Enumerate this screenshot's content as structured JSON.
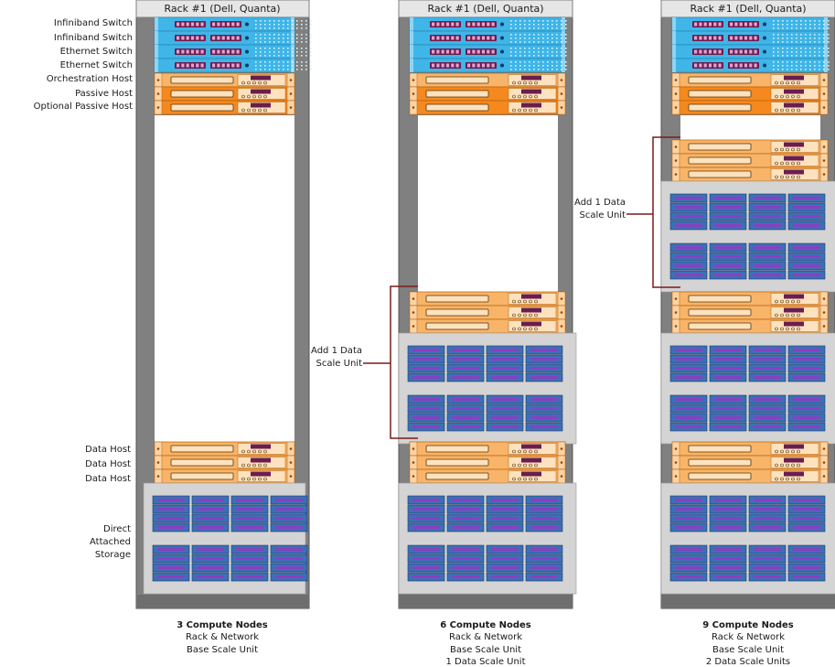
{
  "racks": [
    {
      "title": "Rack #1 (Dell, Quanta)",
      "caption": [
        "3 Compute Nodes",
        "Rack & Network",
        "Base Scale Unit"
      ]
    },
    {
      "title": "Rack #1 (Dell, Quanta)",
      "caption": [
        "6 Compute Nodes",
        "Rack & Network",
        "Base Scale Unit",
        "1 Data Scale Unit"
      ],
      "scale_labels": [
        [
          "Add 1 Data",
          "Scale Unit"
        ]
      ]
    },
    {
      "title": "Rack #1 (Dell, Quanta)",
      "caption": [
        "9 Compute Nodes",
        "Rack & Network",
        "Base Scale Unit",
        "2 Data Scale Units"
      ],
      "scale_labels": [
        [
          "Add 1 Data",
          "Scale Unit"
        ]
      ]
    }
  ],
  "component_labels": {
    "infiniband": [
      "Infiniband Switch",
      "Infiniband Switch"
    ],
    "ethernet": [
      "Ethernet Switch",
      "Ethernet Switch"
    ],
    "orchestration": "Orchestration Host",
    "passive": "Passive Host",
    "optional_passive": "Optional Passive Host",
    "data_hosts": [
      "Data Host",
      "Data Host",
      "Data Host"
    ],
    "storage": [
      "Direct",
      "Attached",
      "Storage"
    ]
  },
  "colors": {
    "rack_frame": "#808080",
    "rack_title_bg": "#e6e6e6",
    "switch": "#3fb5e8",
    "host_light": "#f8b56a",
    "host_dark": "#f5891f",
    "storage_bg": "#d4d4d4",
    "storage_drive": "#3d6fb5",
    "bracket": "#7a1a1a"
  }
}
